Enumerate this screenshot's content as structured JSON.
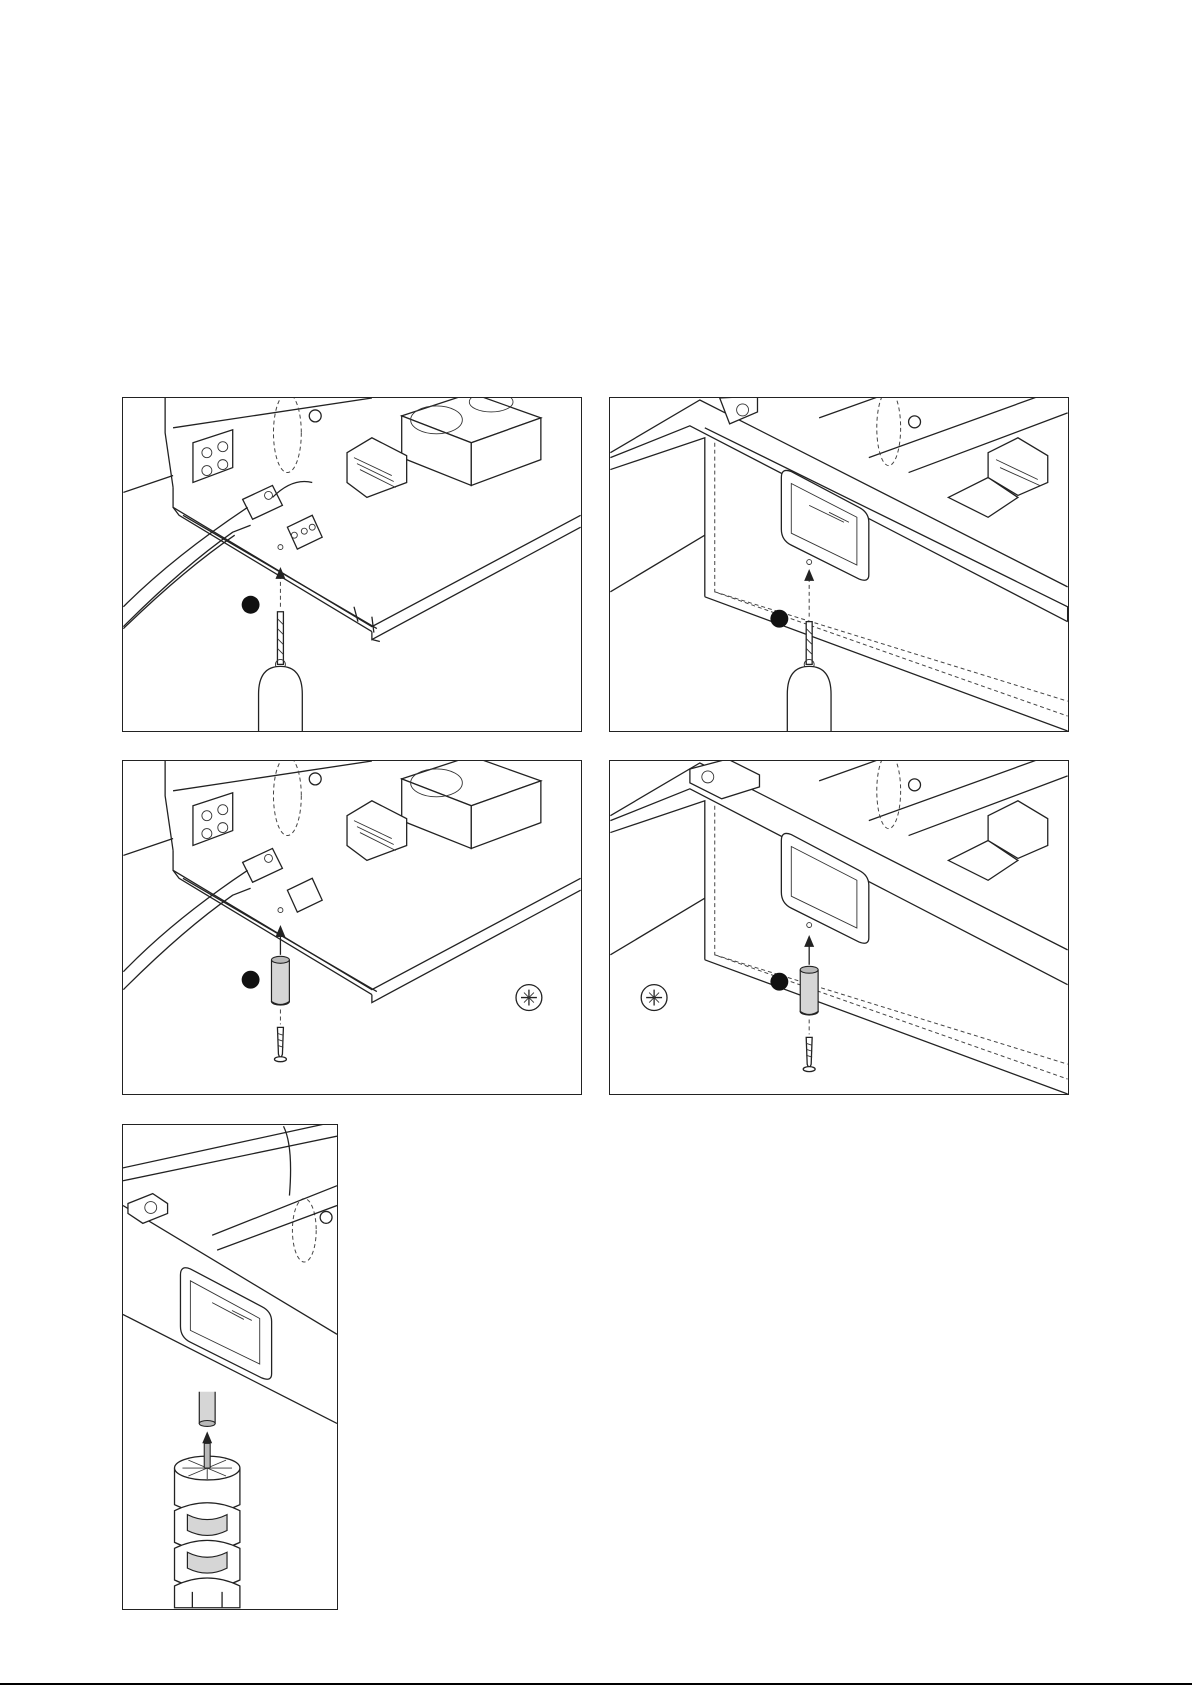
{
  "document": {
    "type": "assembly instruction page",
    "panels": [
      {
        "id": "drill-under-open-duct",
        "step_marker": "filled-dot",
        "icon": "drill-bit-icon"
      },
      {
        "id": "drill-under-closed-duct",
        "step_marker": "filled-dot",
        "icon": "drill-bit-icon"
      },
      {
        "id": "spacer-screw-open-duct",
        "step_marker": "filled-dot",
        "icon": "pozidriv-screwdriver-icon"
      },
      {
        "id": "spacer-screw-closed-duct",
        "step_marker": "filled-dot",
        "icon": "pozidriv-screwdriver-icon"
      },
      {
        "id": "attach-cable-spine",
        "step_marker": "none",
        "icon": "cable-spine-icon"
      }
    ],
    "colors": {
      "line": "#222222",
      "fill_gray": "#d6d6d6",
      "background": "#ffffff"
    }
  }
}
